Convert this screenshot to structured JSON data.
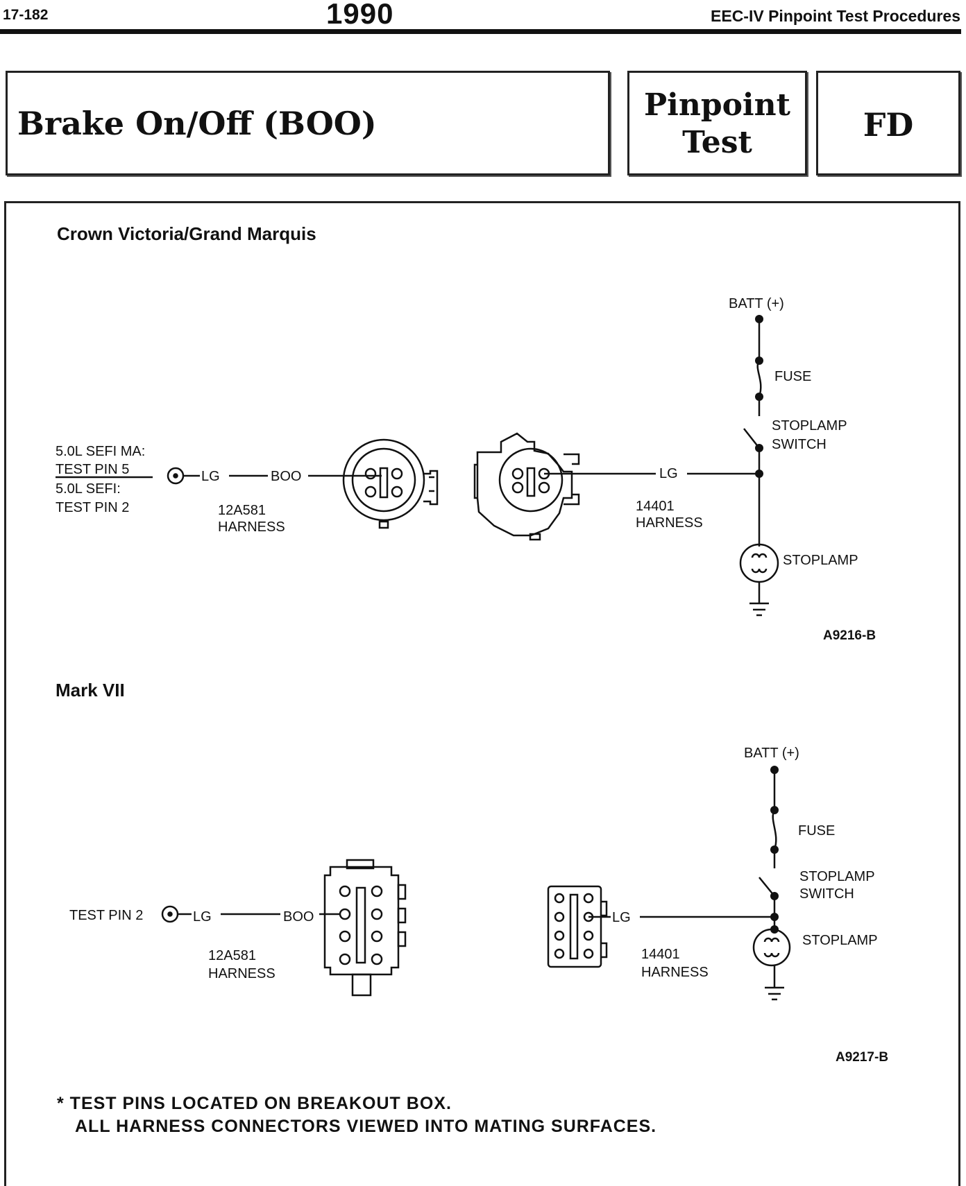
{
  "header": {
    "page_number": "17-182",
    "year": "1990",
    "section": "EEC-IV Pinpoint Test Procedures"
  },
  "title": {
    "test_name": "Brake On/Off (BOO)",
    "pinpoint_line1": "Pinpoint",
    "pinpoint_line2": "Test",
    "code": "FD"
  },
  "diagram1": {
    "heading": "Crown Victoria/Grand Marquis",
    "left_labels": [
      "5.0L SEFI MA:",
      "TEST PIN 5",
      "5.0L SEFI:",
      "TEST PIN 2"
    ],
    "wire_lg": "LG",
    "wire_boo": "BOO",
    "harness_left": [
      "12A581",
      "HARNESS"
    ],
    "harness_right": [
      "14401",
      "HARNESS"
    ],
    "batt": "BATT (+)",
    "fuse": "FUSE",
    "switch": [
      "STOPLAMP",
      "SWITCH"
    ],
    "lamp": "STOPLAMP",
    "fig_code": "A9216-B"
  },
  "diagram2": {
    "heading": "Mark VII",
    "test_pin": "TEST PIN 2",
    "wire_lg": "LG",
    "wire_boo": "BOO",
    "harness_left": [
      "12A581",
      "HARNESS"
    ],
    "harness_right": [
      "14401",
      "HARNESS"
    ],
    "batt": "BATT (+)",
    "fuse": "FUSE",
    "switch": [
      "STOPLAMP",
      "SWITCH"
    ],
    "lamp": "STOPLAMP",
    "fig_code": "A9217-B"
  },
  "notes": [
    "* TEST PINS LOCATED ON BREAKOUT BOX.",
    "ALL HARNESS CONNECTORS VIEWED INTO MATING SURFACES."
  ]
}
